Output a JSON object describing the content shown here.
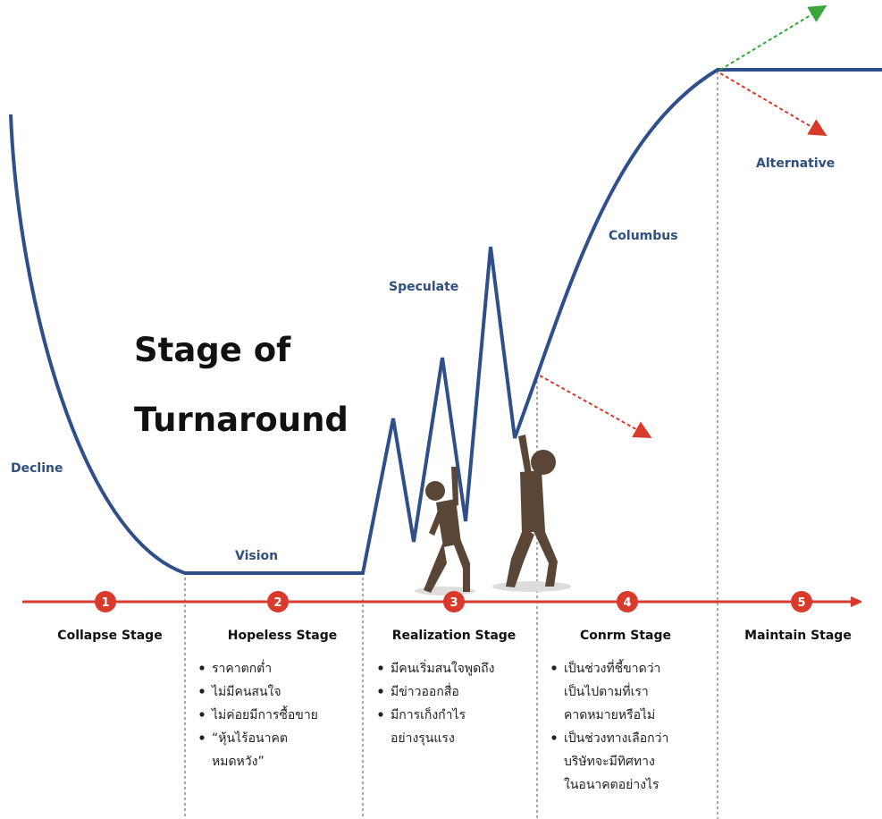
{
  "title": {
    "line1": "Stage of",
    "line2": "Turnaround"
  },
  "phase_labels": {
    "decline": "Decline",
    "vision": "Vision",
    "speculate": "Speculate",
    "columbus": "Columbus",
    "alternative": "Alternative"
  },
  "stages": [
    {
      "number": "1",
      "name": "Collapse Stage",
      "bullets": []
    },
    {
      "number": "2",
      "name": "Hopeless Stage",
      "bullets": [
        [
          "ราคาตกต่ำ"
        ],
        [
          "ไม่มีคนสนใจ"
        ],
        [
          "ไม่ค่อยมีการซื้อขาย"
        ],
        [
          "“หุ้นไร้อนาคต",
          "หมดหวัง”"
        ]
      ]
    },
    {
      "number": "3",
      "name": "Realization Stage",
      "bullets": [
        [
          "มีคนเริ่มสนใจพูดถึง"
        ],
        [
          "มีข่าวออกสื่อ"
        ],
        [
          "มีการเก็งกำไร",
          "อย่างรุนแรง"
        ]
      ]
    },
    {
      "number": "4",
      "name": "Conrm Stage",
      "bullets": [
        [
          "เป็นช่วงที่ชี้ขาดว่า",
          "เป็นไปตามที่เรา",
          "คาดหมายหรือไม่"
        ],
        [
          "เป็นช่วงทางเลือกว่า",
          "บริษัทจะมีทิศทาง",
          "ในอนาคตอย่างไร"
        ]
      ]
    },
    {
      "number": "5",
      "name": "Maintain Stage",
      "bullets": []
    }
  ],
  "colors": {
    "curve": "#2f4f8a",
    "timeline": "#d93a2b",
    "green_arrow": "#3aa53a",
    "red_arrow": "#d93a2b",
    "figure": "#5a4636",
    "divider": "#555555"
  },
  "icons": [
    "person-figure-icon",
    "person-figure-icon"
  ]
}
